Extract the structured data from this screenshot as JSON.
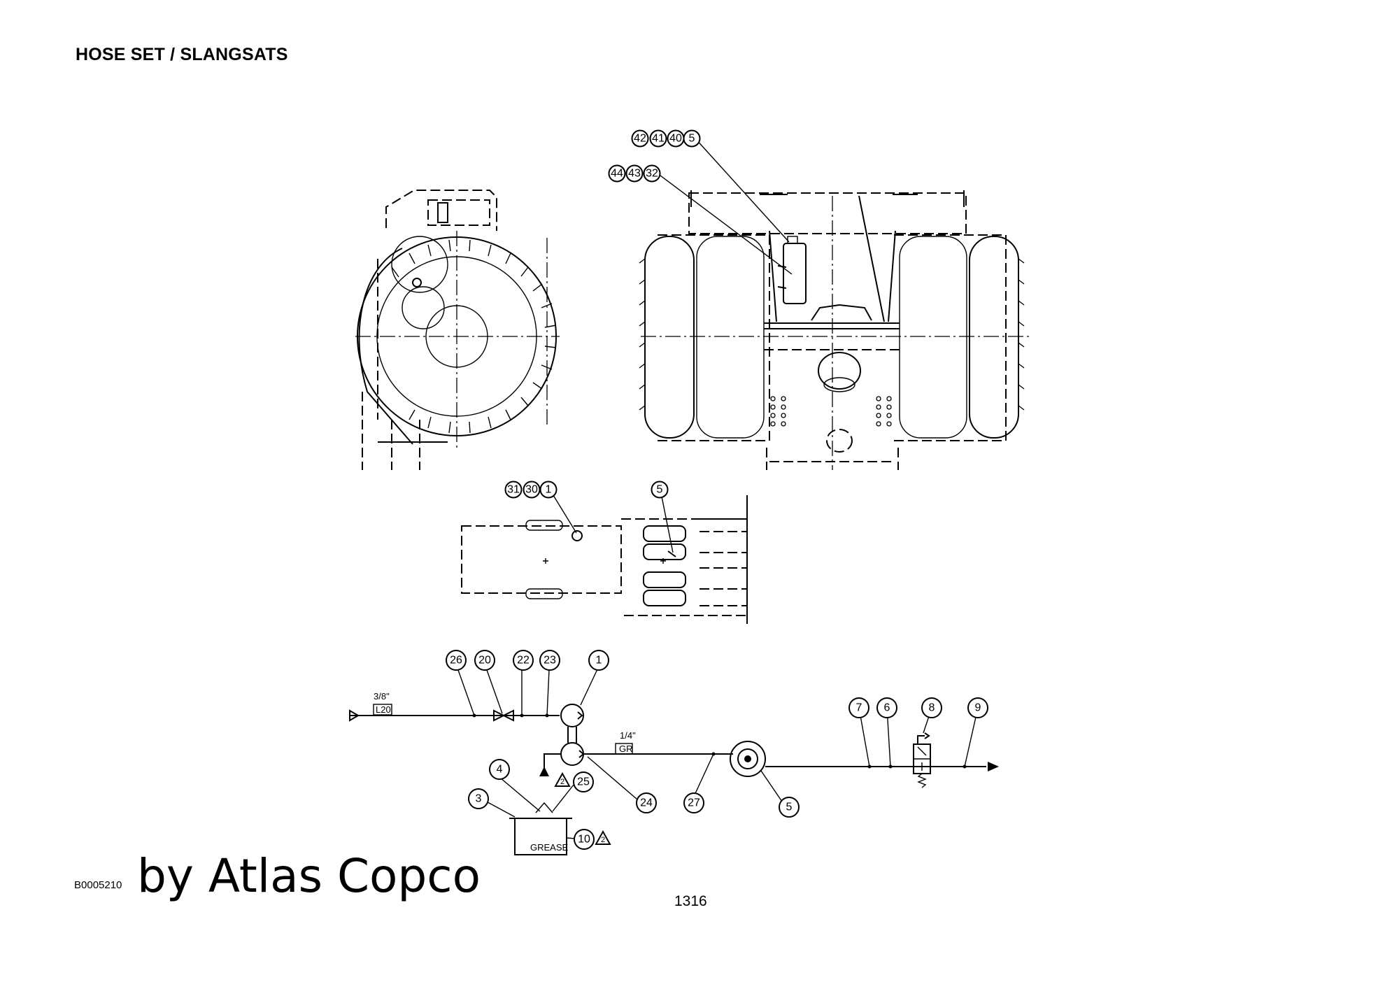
{
  "page": {
    "title": "HOSE SET / SLANGSATS",
    "document_code": "B0005210",
    "watermark": "by Atlas Copco",
    "page_number": "1316"
  },
  "diagram": {
    "callouts_rear_view": {
      "group_a": [
        "42",
        "41",
        "40",
        "5"
      ],
      "group_b": [
        "44",
        "43",
        "32"
      ]
    },
    "callouts_top_view": {
      "group_a": [
        "31",
        "30",
        "1"
      ],
      "group_b": [
        "5"
      ]
    },
    "schematic": {
      "top_line_labels": [
        "26",
        "20",
        "22",
        "23",
        "1"
      ],
      "right_labels": [
        "7",
        "6",
        "8",
        "9"
      ],
      "bottom_labels": [
        "4",
        "3",
        "25",
        "24",
        "27",
        "5",
        "10"
      ],
      "warning_marks": [
        "2",
        "2"
      ],
      "pipe_size_inlet": "3/8\"",
      "pipe_code_inlet": "L20",
      "pipe_size_outlet": "1/4\"",
      "pipe_code_outlet": "GR",
      "tank_label": "GREASE"
    }
  }
}
